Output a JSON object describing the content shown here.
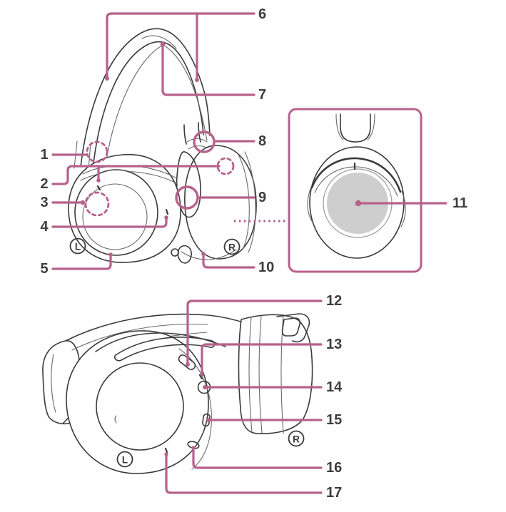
{
  "diagram": {
    "kind": "headphones-parts-diagram",
    "colors": {
      "callout_pink": "#b7618c",
      "line_art": "#3a3a3a",
      "touch_sensor_fill": "#cecece",
      "label_color": "#3d3d3d",
      "background": "#ffffff"
    },
    "top_figure": {
      "left_channel_mark": "L",
      "right_channel_mark": "R",
      "callouts": [
        {
          "id": 1,
          "label": "1"
        },
        {
          "id": 2,
          "label": "2"
        },
        {
          "id": 3,
          "label": "3"
        },
        {
          "id": 4,
          "label": "4"
        },
        {
          "id": 5,
          "label": "5"
        },
        {
          "id": 6,
          "label": "6"
        },
        {
          "id": 7,
          "label": "7"
        },
        {
          "id": 8,
          "label": "8"
        },
        {
          "id": 9,
          "label": "9"
        },
        {
          "id": 10,
          "label": "10"
        }
      ],
      "inset": {
        "callout": {
          "id": 11,
          "label": "11"
        }
      }
    },
    "bottom_figure": {
      "left_channel_mark": "L",
      "right_channel_mark": "R",
      "callouts": [
        {
          "id": 12,
          "label": "12"
        },
        {
          "id": 13,
          "label": "13"
        },
        {
          "id": 14,
          "label": "14"
        },
        {
          "id": 15,
          "label": "15"
        },
        {
          "id": 16,
          "label": "16"
        },
        {
          "id": 17,
          "label": "17"
        }
      ]
    }
  }
}
